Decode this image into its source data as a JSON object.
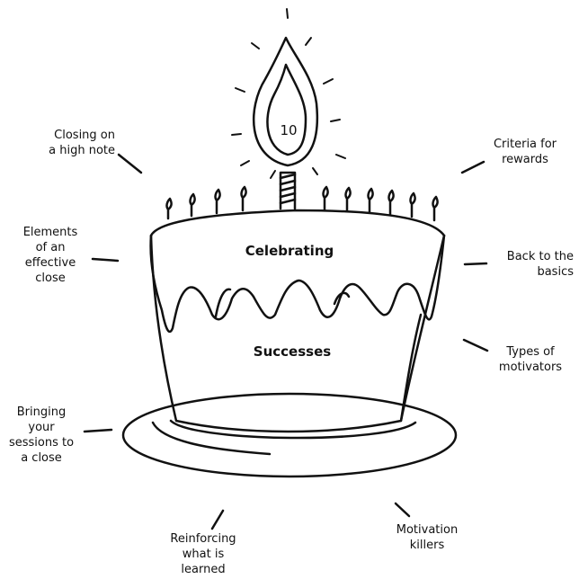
{
  "cake": {
    "candle_number": "10",
    "top_label": "Celebrating",
    "bottom_label": "Successes"
  },
  "topics": [
    {
      "id": "closing-on-a-high-note",
      "text": "Closing on\na high note"
    },
    {
      "id": "criteria-for-rewards",
      "text": "Criteria for\nrewards"
    },
    {
      "id": "elements-of-an-effective-close",
      "text": "Elements\nof an\neffective\nclose"
    },
    {
      "id": "back-to-the-basics",
      "text": "Back to the\nbasics"
    },
    {
      "id": "types-of-motivators",
      "text": "Types of\nmotivators"
    },
    {
      "id": "bringing-your-sessions-to-a-close",
      "text": "Bringing\nyour\nsessions to\na close"
    },
    {
      "id": "reinforcing-what-is-learned",
      "text": "Reinforcing\nwhat is\nlearned"
    },
    {
      "id": "motivation-killers",
      "text": "Motivation\nkillers"
    }
  ],
  "colors": {
    "ink": "#111111",
    "background": "#ffffff"
  }
}
